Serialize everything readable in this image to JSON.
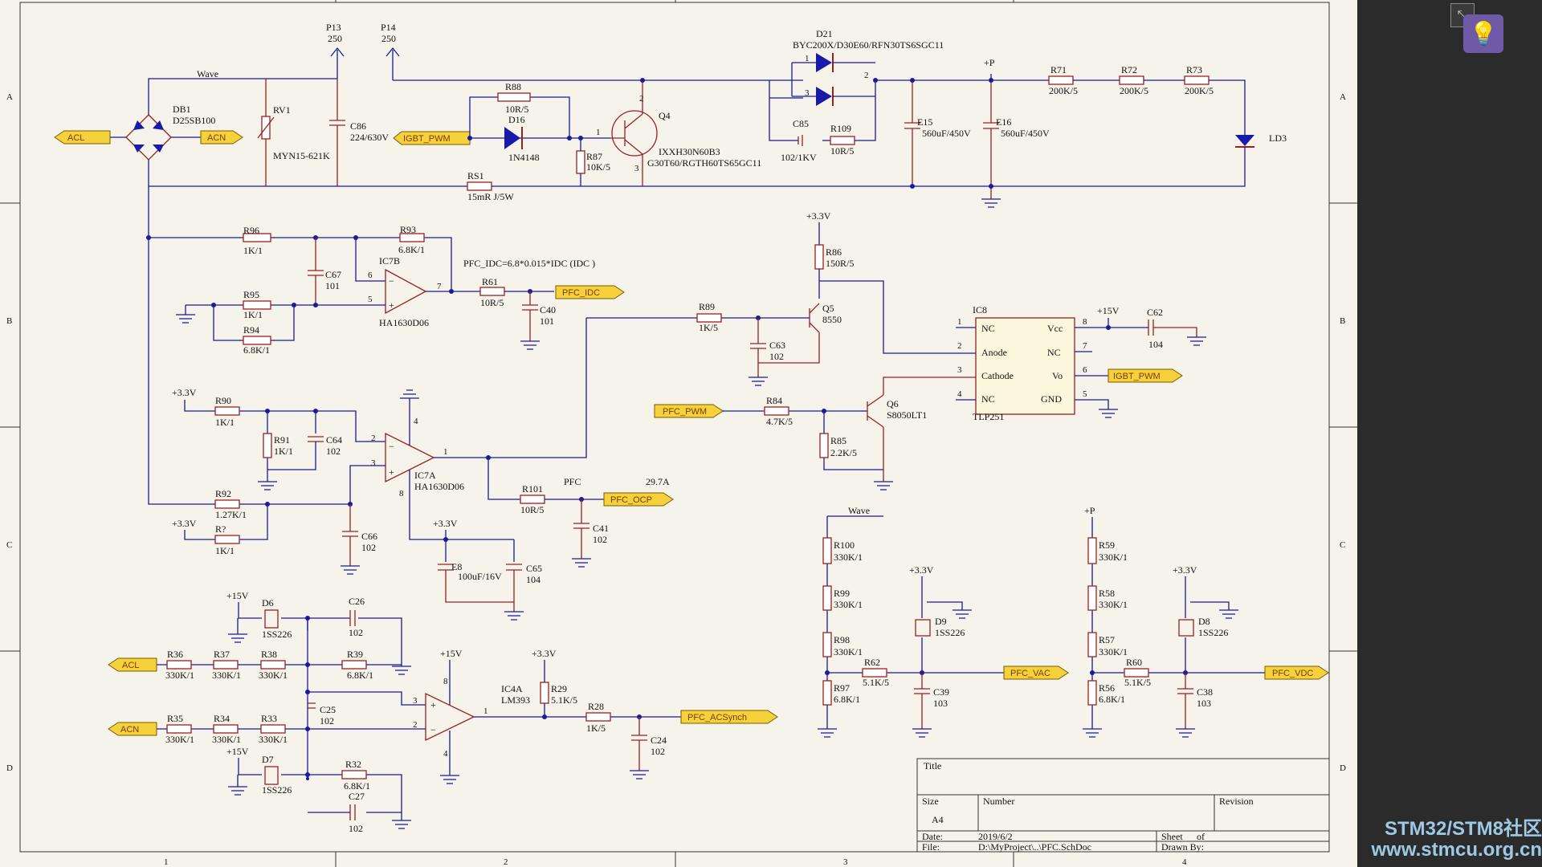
{
  "ui": {
    "collapse_icon": "collapse-arrows-icon",
    "hint_icon": "lightbulb-icon"
  },
  "watermark": {
    "line1": "STM32/STM8社区",
    "line2": "www.stmcu.org.cn"
  },
  "border": {
    "rows": [
      "A",
      "B",
      "C",
      "D"
    ],
    "cols": [
      "1",
      "2",
      "3",
      "4"
    ]
  },
  "title_block": {
    "title": "Title",
    "size": "Size",
    "size_value": "A4",
    "number": "Number",
    "revision": "Revision",
    "date": "Date:",
    "date_value": "2019/6/2",
    "sheet": "Sheet",
    "of": "of",
    "file": "File:",
    "file_value": "D:\\MyProject\\..\\PFC.SchDoc",
    "drawn_by": "Drawn By:"
  },
  "ports": {
    "acl": "ACL",
    "acn": "ACN",
    "igbt_pwm": "IGBT_PWM",
    "pfc_idc": "PFC_IDC",
    "pfc_ocp": "PFC_OCP",
    "pfc_pwm": "PFC_PWM",
    "pfc_vac": "PFC_VAC",
    "pfc_vdc": "PFC_VDC",
    "pfc_acsynch": "PFC_ACSynch"
  },
  "nets": {
    "wave": "Wave",
    "p3v3": "+3.3V",
    "p15v": "+15V",
    "pP": "+P",
    "pfc": "PFC",
    "ocp_level": "29.7A"
  },
  "formula": "PFC_IDC=6.8*0.015*IDC  (IDC            )",
  "headers": {
    "p13": "P13",
    "p13v": "250",
    "p14": "P14",
    "p14v": "250"
  },
  "components": {
    "db1": [
      "DB1",
      "D25SB100"
    ],
    "rv1": [
      "RV1",
      "MYN15-621K"
    ],
    "c86": [
      "C86",
      "224/630V"
    ],
    "r88": [
      "R88",
      "10R/5"
    ],
    "d16": [
      "D16",
      "1N4148"
    ],
    "r87": [
      "R87",
      "10K/5"
    ],
    "q4": [
      "Q4",
      "IXXH30N60B3",
      "G30T60/RGTH60TS65GC11"
    ],
    "rs1": [
      "RS1",
      "15mR J/5W"
    ],
    "d21": [
      "D21",
      "BYC200X/D30E60/RFN30TS6SGC11"
    ],
    "c85": [
      "C85",
      "102/1KV"
    ],
    "r109": [
      "R109",
      "10R/5"
    ],
    "e15": [
      "E15",
      "560uF/450V"
    ],
    "e16": [
      "E16",
      "560uF/450V"
    ],
    "r71": [
      "R71",
      "200K/5"
    ],
    "r72": [
      "R72",
      "200K/5"
    ],
    "r73": [
      "R73",
      "200K/5"
    ],
    "ld3": [
      "LD3"
    ],
    "r96": [
      "R96",
      "1K/1"
    ],
    "r93": [
      "R93",
      "6.8K/1"
    ],
    "c67": [
      "C67",
      "101"
    ],
    "ic7b": [
      "IC7B",
      "HA1630D06"
    ],
    "r95": [
      "R95",
      "1K/1"
    ],
    "r94": [
      "R94",
      "6.8K/1"
    ],
    "r61": [
      "R61",
      "10R/5"
    ],
    "c40": [
      "C40",
      "101"
    ],
    "r86": [
      "R86",
      "150R/5"
    ],
    "r89": [
      "R89",
      "1K/5"
    ],
    "q5": [
      "Q5",
      "8550"
    ],
    "c63": [
      "C63",
      "102"
    ],
    "ic8": [
      "IC8",
      "TLP251"
    ],
    "c62": [
      "C62",
      "104"
    ],
    "ic8_pins": {
      "nc1": "NC",
      "anode": "Anode",
      "cathode": "Cathode",
      "nc4": "NC",
      "vcc": "Vcc",
      "nc7": "NC",
      "vo": "Vo",
      "gnd": "GND"
    },
    "r84": [
      "R84",
      "4.7K/5"
    ],
    "q6": [
      "Q6",
      "S8050LT1"
    ],
    "r85": [
      "R85",
      "2.2K/5"
    ],
    "r90": [
      "R90",
      "1K/1"
    ],
    "r91": [
      "R91",
      "1K/1"
    ],
    "c64": [
      "C64",
      "102"
    ],
    "ic7a": [
      "IC7A",
      "HA1630D06"
    ],
    "r92": [
      "R92",
      "1.27K/1"
    ],
    "rq": [
      "R?",
      "1K/1"
    ],
    "c66": [
      "C66",
      "102"
    ],
    "r101": [
      "R101",
      "10R/5"
    ],
    "c41": [
      "C41",
      "102"
    ],
    "e8": [
      "E8",
      "100uF/16V"
    ],
    "c65": [
      "C65",
      "104"
    ],
    "d6": [
      "D6",
      "1SS226"
    ],
    "c26": [
      "C26",
      "102"
    ],
    "r36": [
      "R36",
      "330K/1"
    ],
    "r37": [
      "R37",
      "330K/1"
    ],
    "r38": [
      "R38",
      "330K/1"
    ],
    "r39": [
      "R39",
      "6.8K/1"
    ],
    "c25": [
      "C25",
      "102"
    ],
    "r35": [
      "R35",
      "330K/1"
    ],
    "r34": [
      "R34",
      "330K/1"
    ],
    "r33": [
      "R33",
      "330K/1"
    ],
    "d7": [
      "D7",
      "1SS226"
    ],
    "r32": [
      "R32",
      "6.8K/1"
    ],
    "c27": [
      "C27",
      "102"
    ],
    "ic4a": [
      "IC4A",
      "LM393"
    ],
    "r29": [
      "R29",
      "5.1K/5"
    ],
    "r28": [
      "R28",
      "1K/5"
    ],
    "c24": [
      "C24",
      "102"
    ],
    "r100": [
      "R100",
      "330K/1"
    ],
    "r99": [
      "R99",
      "330K/1"
    ],
    "r98": [
      "R98",
      "330K/1"
    ],
    "r97": [
      "R97",
      "6.8K/1"
    ],
    "r62": [
      "R62",
      "5.1K/5"
    ],
    "d9": [
      "D9",
      "1SS226"
    ],
    "c39": [
      "C39",
      "103"
    ],
    "r59": [
      "R59",
      "330K/1"
    ],
    "r58": [
      "R58",
      "330K/1"
    ],
    "r57": [
      "R57",
      "330K/1"
    ],
    "r56": [
      "R56",
      "6.8K/1"
    ],
    "r60": [
      "R60",
      "5.1K/5"
    ],
    "d8": [
      "D8",
      "1SS226"
    ],
    "c38": [
      "C38",
      "103"
    ]
  }
}
